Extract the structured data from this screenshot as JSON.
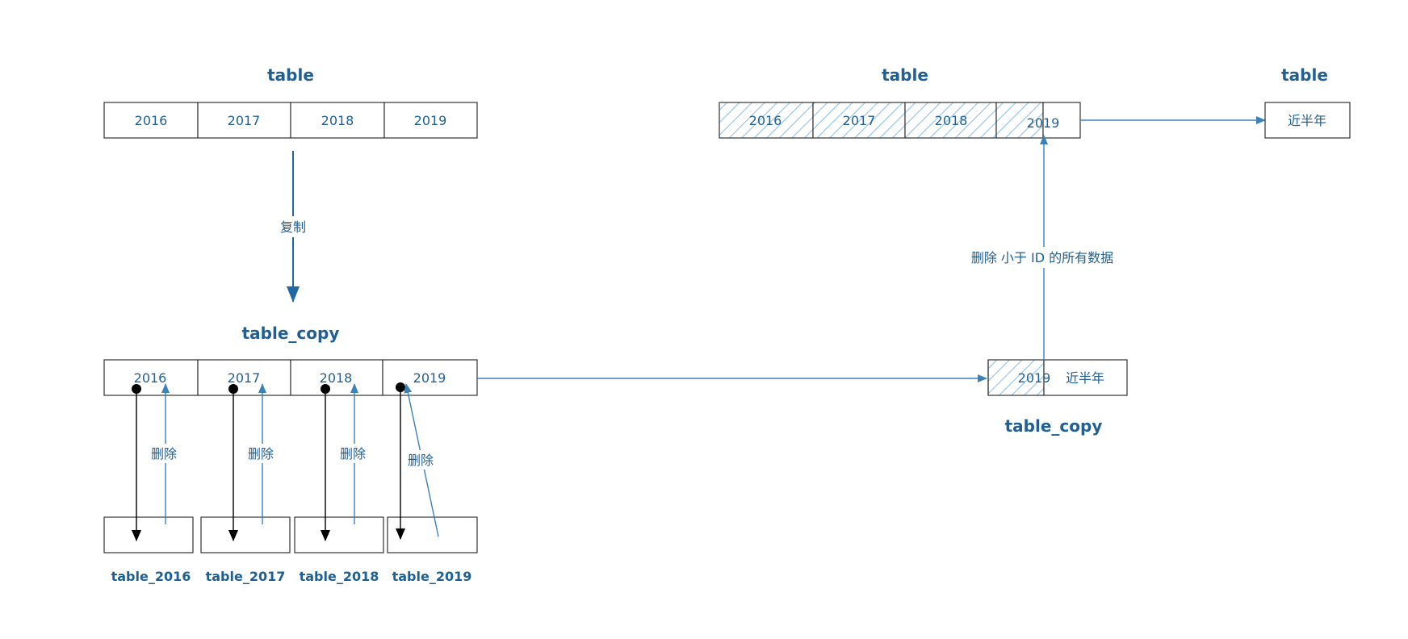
{
  "colors": {
    "text": "#1f5f93",
    "arrow_blue": "#3a82b8",
    "hatch": "#8ec3e8",
    "border": "#333333"
  },
  "left_table": {
    "title": "table",
    "cells": [
      "2016",
      "2017",
      "2018",
      "2019"
    ]
  },
  "copy_edge": {
    "label": "复制"
  },
  "table_copy": {
    "title": "table_copy",
    "cells": [
      "2016",
      "2017",
      "2018",
      "2019"
    ]
  },
  "delete_edges": [
    {
      "label": "删除"
    },
    {
      "label": "删除"
    },
    {
      "label": "删除"
    },
    {
      "label": "删除"
    }
  ],
  "partitions": [
    {
      "label": "table_2016"
    },
    {
      "label": "table_2017"
    },
    {
      "label": "table_2018"
    },
    {
      "label": "table_2019"
    }
  ],
  "right_table": {
    "title": "table",
    "cells": [
      "2016",
      "2017",
      "2018",
      "2019"
    ]
  },
  "final_table": {
    "title": "table",
    "cell": "近半年"
  },
  "right_copy": {
    "title": "table_copy",
    "cell_year": "2019",
    "cell_recent": "近半年"
  },
  "delete_edge": {
    "label": "删除 小于 ID 的所有数据"
  }
}
